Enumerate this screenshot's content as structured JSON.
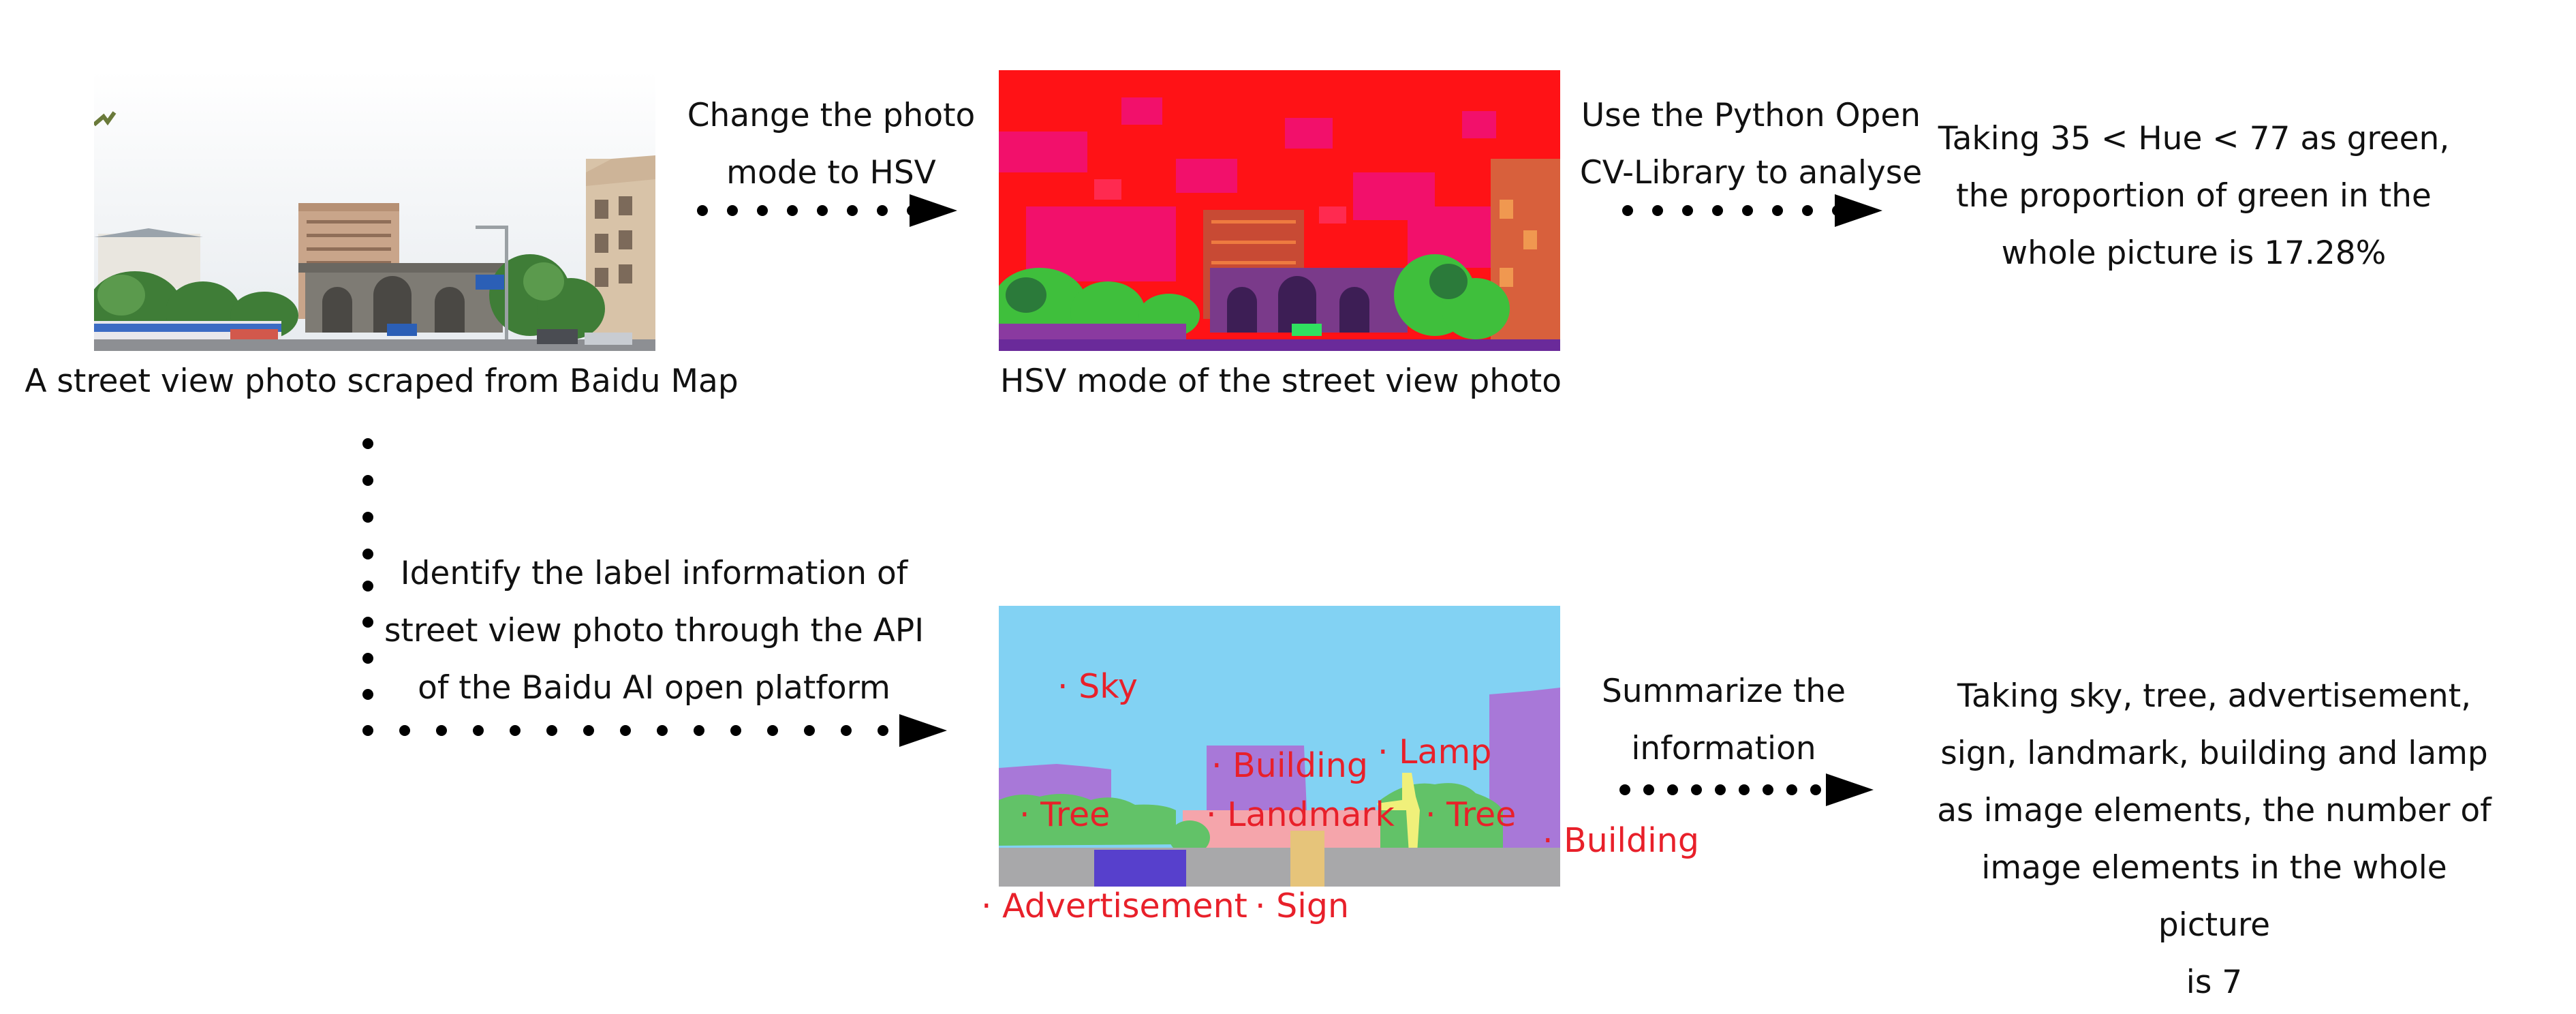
{
  "photo": {
    "caption": "A street view photo scraped from Baidu Map"
  },
  "step_hsv": {
    "lines": [
      "Change the photo",
      "mode to HSV"
    ]
  },
  "hsv_photo": {
    "caption": "HSV mode of the street view photo"
  },
  "step_opencv": {
    "lines": [
      "Use the Python Open",
      "CV-Library to analyse"
    ]
  },
  "green_result": {
    "lines": [
      "Taking 35 < Hue < 77 as green,",
      "the proportion of green in the",
      "whole picture is 17.28%"
    ]
  },
  "step_api": {
    "lines": [
      "Identify the label information of",
      "street view photo through the API",
      "of the Baidu AI open platform"
    ]
  },
  "segmentation": {
    "labels": {
      "sky": "· Sky",
      "building_center": "· Building",
      "lamp": "· Lamp",
      "tree_left": "· Tree",
      "landmark": "· Landmark",
      "tree_right": "· Tree",
      "building_right": "· Building",
      "advertisement": "· Advertisement",
      "sign": "· Sign"
    },
    "colors": {
      "sky": "#82d2f3",
      "building": "#a878d8",
      "tree": "#62c268",
      "landmark": "#f5a5ab",
      "lamp": "#f0f07a",
      "sign": "#e6c47a",
      "advertisement": "#5740cc",
      "road": "#a8a8aa"
    }
  },
  "step_summarize": {
    "lines": [
      "Summarize the",
      "information"
    ]
  },
  "elements_result": {
    "lines": [
      "Taking sky, tree, advertisement,",
      "sign, landmark, building and lamp",
      "as image elements, the number of",
      "image elements in the whole picture",
      "is 7"
    ]
  },
  "colors": {
    "label_red": "#e8202a",
    "arrow": "#000000"
  }
}
